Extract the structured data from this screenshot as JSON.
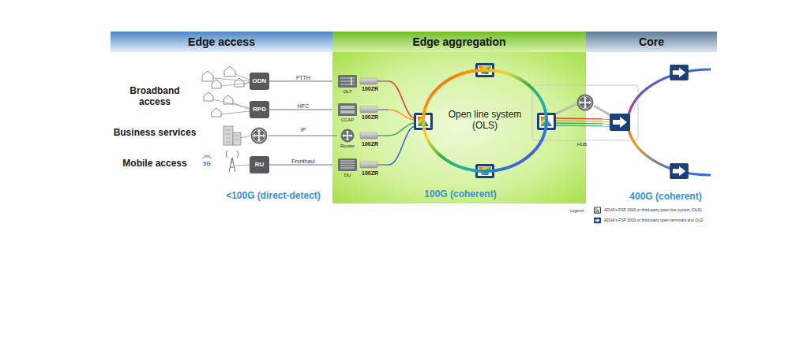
{
  "diagram": {
    "nodes": [
      {
        "text": [
          "Edge access"
        ]
      },
      {
        "text": [
          "Edge aggregation"
        ]
      },
      {
        "text": [
          "Core"
        ]
      },
      {
        "text": [
          "ODN"
        ]
      },
      {
        "text": [
          "RPD"
        ]
      },
      {
        "text": [
          "RU"
        ]
      },
      {
        "text": [
          "OLT"
        ]
      },
      {
        "text": [
          "CCAP"
        ]
      },
      {
        "text": [
          "Router"
        ]
      },
      {
        "text": [
          "DU"
        ]
      },
      {
        "text": [
          "Open line system (OLS)"
        ]
      }
    ],
    "edges": [
      {
        "from": 3,
        "to": 6,
        "label": "FTTH",
        "arrow": "none"
      },
      {
        "from": 4,
        "to": 7,
        "label": "HFC",
        "arrow": "none"
      },
      {
        "from": 5,
        "to": 9,
        "label": "Fronthaul",
        "arrow": "none"
      }
    ],
    "labels": [
      "Broadband access",
      "Business services",
      "Mobile access",
      "IP",
      "5G",
      "100ZR",
      "100ZR",
      "100ZR",
      "100ZR",
      "HUB",
      "<100G (direct-detect)",
      "100G (coherent)",
      "400G (coherent)",
      "Legend:"
    ],
    "legend": [
      {
        "text": "ADVA's FSP 3000 or third-party open line system (OLS)"
      },
      {
        "text": "ADVA's FSP 3000 or third-party open terminals and OLS"
      }
    ]
  }
}
